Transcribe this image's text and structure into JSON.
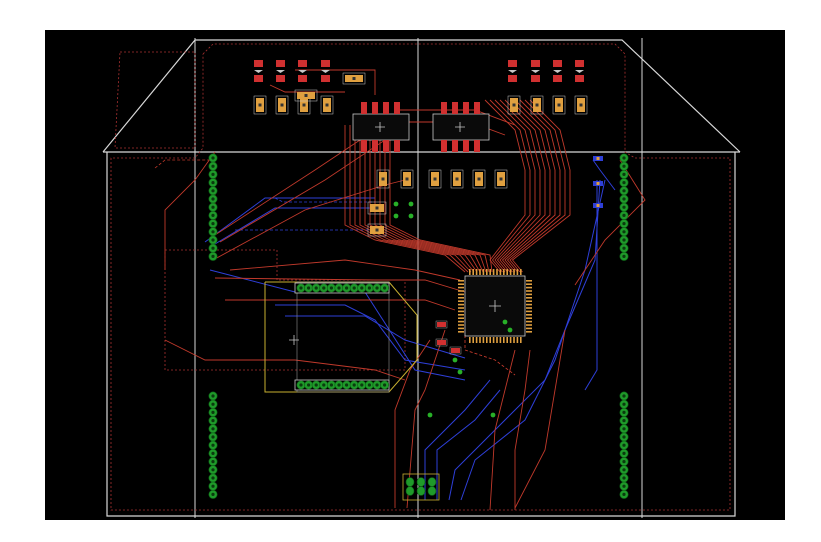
{
  "view": {
    "kind": "pcb-layout-editor-canvas",
    "background_color": "#000000",
    "surround_color": "#ffffff"
  },
  "colors": {
    "board_outline": "#d8d8d8",
    "top_copper": "#c0392b",
    "bottom_copper": "#2e3fd8",
    "polygon_pour": "#a83030",
    "smd_pad": "#e0a040",
    "pad_red": "#d03030",
    "tht_pad": "#1f9a2a",
    "silkscreen": "#c8c8c8",
    "header_outline": "#c8b030",
    "via": "#28b028"
  },
  "components": {
    "microcontroller": {
      "package": "QFP",
      "pins_per_side": 16
    },
    "left_headers": [
      {
        "pins": 13
      },
      {
        "pins": 13
      }
    ],
    "right_headers": [
      {
        "pins": 13
      },
      {
        "pins": 13
      }
    ],
    "dual_row_header": {
      "pins_per_row": 12
    },
    "bottom_connector": {
      "pins": 6
    }
  }
}
